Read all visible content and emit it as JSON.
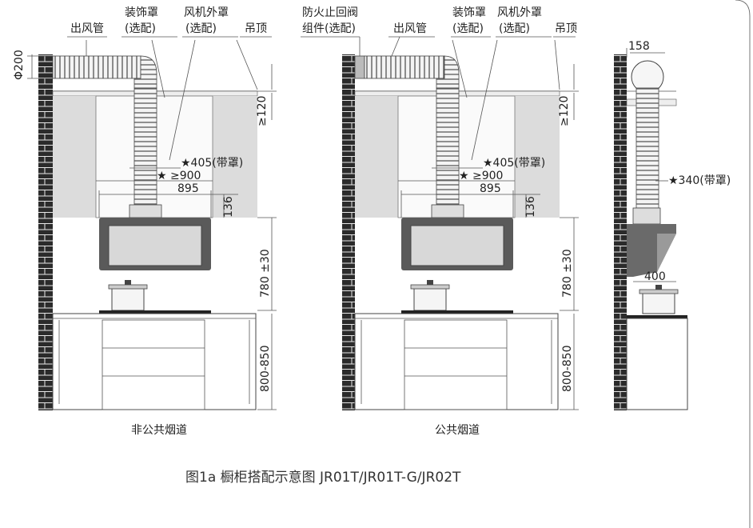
{
  "left": {
    "outlet_duct": "出风管",
    "cover_line1": "装饰罩",
    "cover_line2": "(选配)",
    "fan_line1": "风机外罩",
    "fan_line2": "(选配)",
    "ceiling": "吊顶",
    "dia": "Φ200",
    "gap": "≥120",
    "d405": "★405(带罩)",
    "d900": "★ ≥900",
    "d895": "895",
    "d136": "136",
    "h780": "780 ±30",
    "h800": "800-850",
    "caption": "非公共烟道"
  },
  "right": {
    "valve_line1": "防火止回阀",
    "valve_line2": "组件(选配)",
    "outlet_duct": "出风管",
    "cover_line1": "装饰罩",
    "cover_line2": "(选配)",
    "fan_line1": "风机外罩",
    "fan_line2": "(选配)",
    "ceiling": "吊顶",
    "gap": "≥120",
    "d405": "★405(带罩)",
    "d900": "★ ≥900",
    "d895": "895",
    "d136": "136",
    "h780": "780 ±30",
    "h800": "800-850",
    "caption": "公共烟道"
  },
  "side": {
    "d158": "158",
    "d340": "★340(带罩)",
    "d400": "400"
  },
  "figure_title": "图1a 橱柜搭配示意图 JR01T/JR01T-G/JR02T",
  "colors": {
    "brick": "#2b2b2b",
    "cabinet_gray": "#dcdcdc",
    "hood": "#5a5a5a",
    "line": "#333333"
  }
}
